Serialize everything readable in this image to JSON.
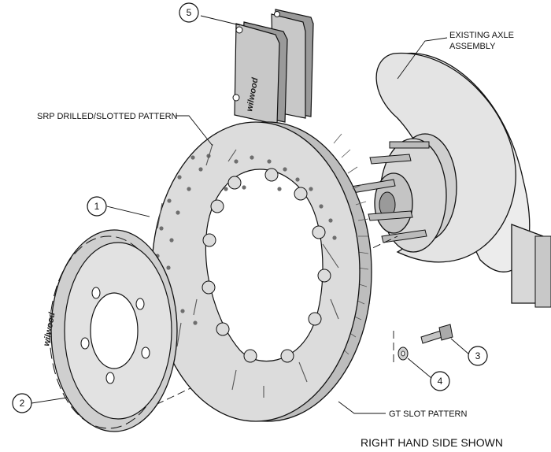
{
  "labels": {
    "axle_line1": "EXISTING AXLE",
    "axle_line2": "ASSEMBLY",
    "srp": "SRP DRILLED/SLOTTED PATTERN",
    "gt": "GT SLOT PATTERN",
    "footer": "RIGHT HAND SIDE SHOWN"
  },
  "callouts": {
    "c1": "1",
    "c2": "2",
    "c3": "3",
    "c4": "4",
    "c5": "5"
  },
  "brand": {
    "pad": "wilwood",
    "hat": "wilwood"
  },
  "colors": {
    "line": "#111111",
    "pad_face": "#c8c8c8",
    "pad_side": "#9a9a9a",
    "rotor_face": "#dcdcdc",
    "rotor_edge": "#bdbdbd",
    "hub": "#cfcfcf",
    "hole": "#6e6e6e"
  }
}
